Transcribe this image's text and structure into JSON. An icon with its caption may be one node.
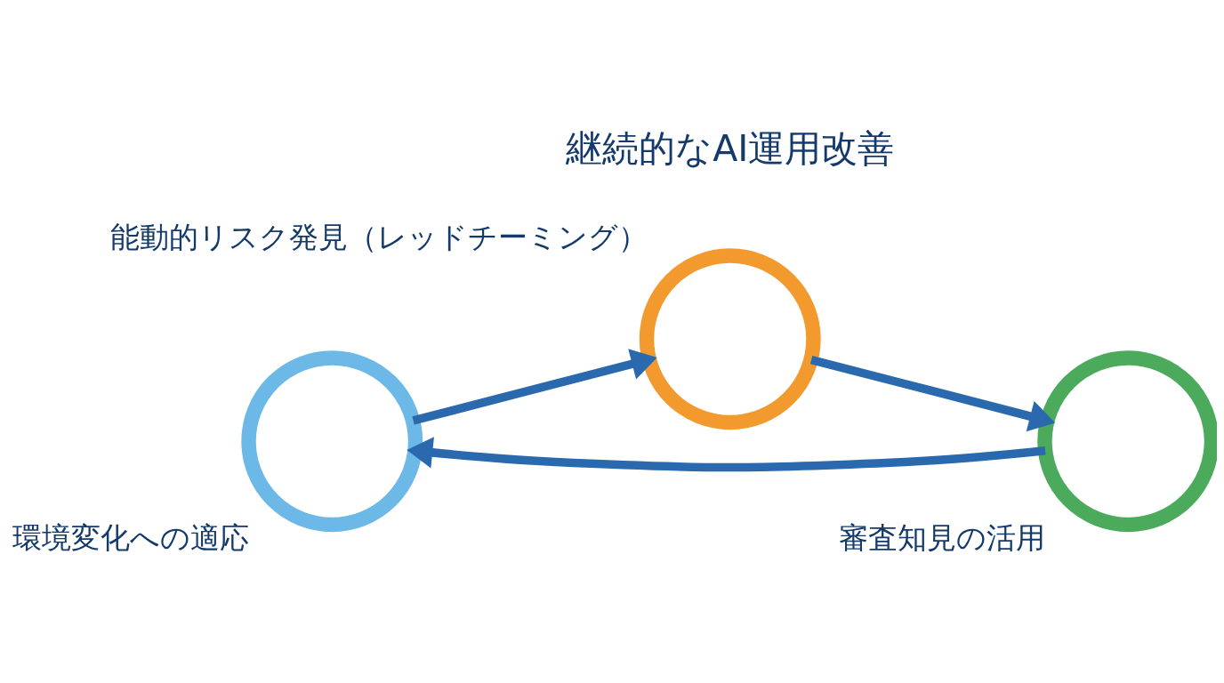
{
  "diagram": {
    "nodes": [
      {
        "text": [],
        "shape": "circle",
        "beside": [
          "能動的リスク発見（レッドチーミング）"
        ]
      },
      {
        "text": [],
        "shape": "circle",
        "beside": [
          "環境変化への適応"
        ]
      },
      {
        "text": [],
        "shape": "circle",
        "beside": [
          "審査知見の活用"
        ]
      }
    ],
    "edges": [
      {
        "from": 0,
        "to": 2,
        "arrow": "to"
      },
      {
        "from": 2,
        "to": 1,
        "arrow": "to"
      },
      {
        "from": 1,
        "to": 0,
        "arrow": "to"
      }
    ],
    "labels": [
      "継続的なAI運用改善"
    ]
  }
}
